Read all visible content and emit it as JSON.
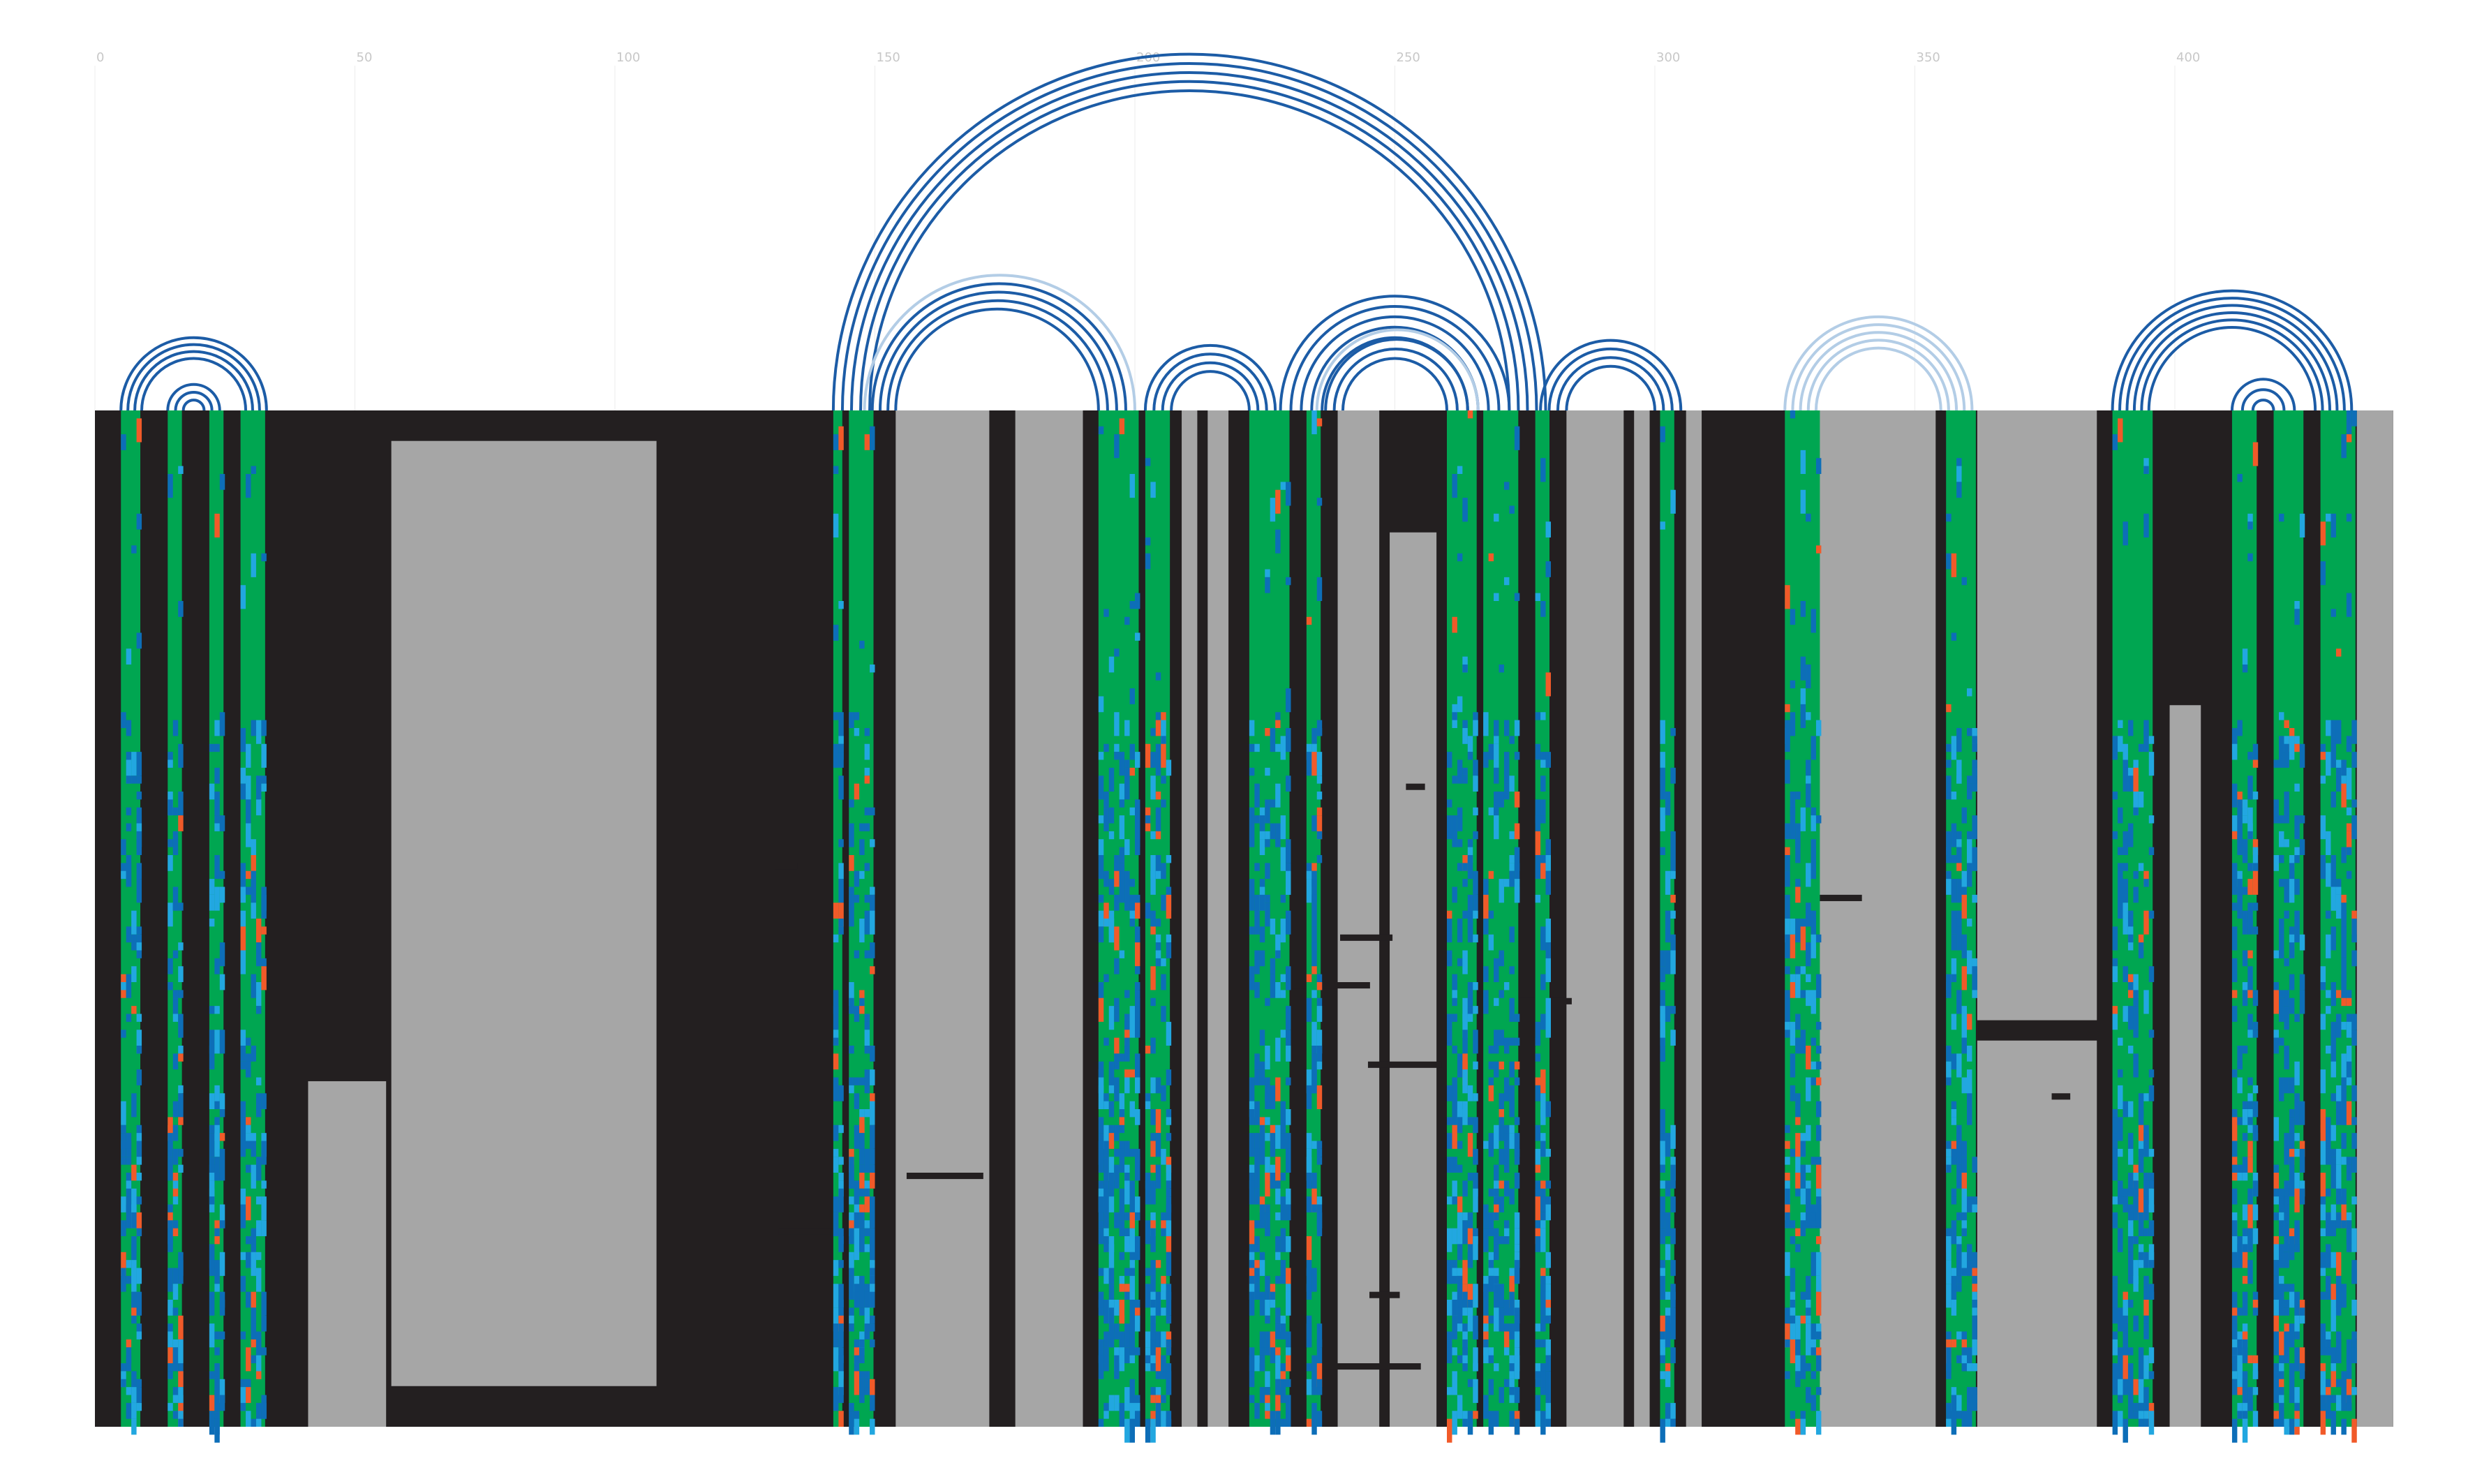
{
  "axis": {
    "ticks": [
      "0",
      "50",
      "100",
      "150",
      "200",
      "250",
      "300",
      "350",
      "400"
    ],
    "domain": [
      0,
      440
    ]
  },
  "colors": {
    "background": "#ffffff",
    "matrix_dark": "#231f20",
    "matrix_gap": "#a6a6a6",
    "paired_green": "#00a651",
    "variant_blue": "#0d6eb8",
    "variant_cyan": "#22a7e0",
    "variant_orange": "#f15a29",
    "arc_dark": "#1c5ca6",
    "arc_light": "#b3cde6"
  },
  "arc_diagram": {
    "helices": [
      {
        "left": [
          5,
          9
        ],
        "right": [
          29,
          33
        ],
        "strands": 4,
        "shade": "dark"
      },
      {
        "left": [
          14,
          17
        ],
        "right": [
          21,
          24
        ],
        "strands": 3,
        "shade": "dark"
      },
      {
        "left": [
          142,
          149
        ],
        "right": [
          272,
          279
        ],
        "strands": 5,
        "shade": "dark"
      },
      {
        "left": [
          148,
          154
        ],
        "right": [
          193,
          200
        ],
        "strands": 5,
        "shade": "mixed"
      },
      {
        "left": [
          202,
          207
        ],
        "right": [
          222,
          227
        ],
        "strands": 4,
        "shade": "dark"
      },
      {
        "left": [
          228,
          236
        ],
        "right": [
          264,
          272
        ],
        "strands": 5,
        "shade": "dark"
      },
      {
        "left": [
          235,
          240
        ],
        "right": [
          260,
          266
        ],
        "strands": 4,
        "shade": "mixed"
      },
      {
        "left": [
          278,
          283
        ],
        "right": [
          300,
          305
        ],
        "strands": 4,
        "shade": "dark"
      },
      {
        "left": [
          325,
          331
        ],
        "right": [
          355,
          361
        ],
        "strands": 5,
        "shade": "light"
      },
      {
        "left": [
          388,
          395
        ],
        "right": [
          427,
          434
        ],
        "strands": 6,
        "shade": "dark"
      },
      {
        "left": [
          411,
          415
        ],
        "right": [
          419,
          423
        ],
        "strands": 3,
        "shade": "dark"
      }
    ]
  },
  "alignment": {
    "rows": 128,
    "columns": 442,
    "paired_columns": [
      [
        5,
        8
      ],
      [
        14,
        16
      ],
      [
        22,
        24
      ],
      [
        28,
        32
      ],
      [
        142,
        143
      ],
      [
        145,
        149
      ],
      [
        193,
        200
      ],
      [
        202,
        206
      ],
      [
        222,
        229
      ],
      [
        233,
        235
      ],
      [
        260,
        265
      ],
      [
        267,
        273
      ],
      [
        277,
        279
      ],
      [
        301,
        303
      ],
      [
        325,
        331
      ],
      [
        356,
        361
      ],
      [
        388,
        395
      ],
      [
        411,
        415
      ],
      [
        419,
        424
      ],
      [
        428,
        434
      ]
    ]
  }
}
